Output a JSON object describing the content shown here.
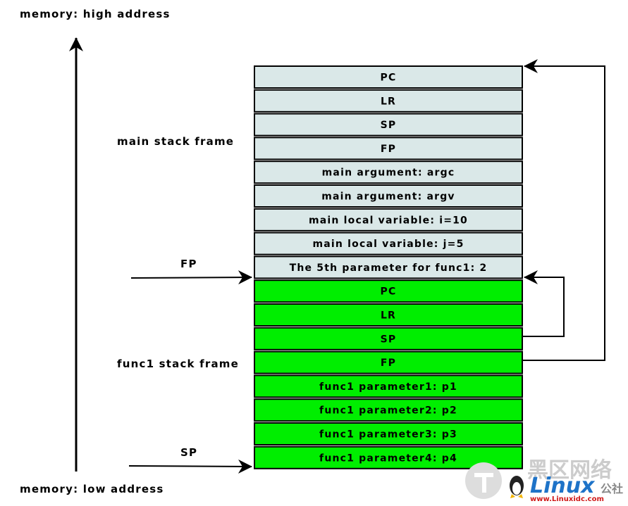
{
  "labels": {
    "high_address": "memory: high address",
    "low_address": "memory: low address",
    "main_frame": "main stack frame",
    "func1_frame": "func1 stack frame",
    "fp_pointer": "FP",
    "sp_pointer": "SP"
  },
  "main_frame_cells": [
    "PC",
    "LR",
    "SP",
    "FP",
    "main argument:  argc",
    "main argument:  argv",
    "main local variable:  i=10",
    "main local variable:  j=5",
    "The 5th parameter for func1: 2"
  ],
  "func1_frame_cells": [
    "PC",
    "LR",
    "SP",
    "FP",
    "func1 parameter1: p1",
    "func1 parameter2: p2",
    "func1 parameter3: p3",
    "func1 parameter4: p4"
  ],
  "colors": {
    "main_cell": "#dae8e8",
    "func1_cell": "#00ee00",
    "stroke": "#000000"
  },
  "watermark": {
    "brand": "Linux",
    "cn": "黑区网络",
    "cn_small": "公社",
    "url": "www.Linuxidc.com"
  }
}
